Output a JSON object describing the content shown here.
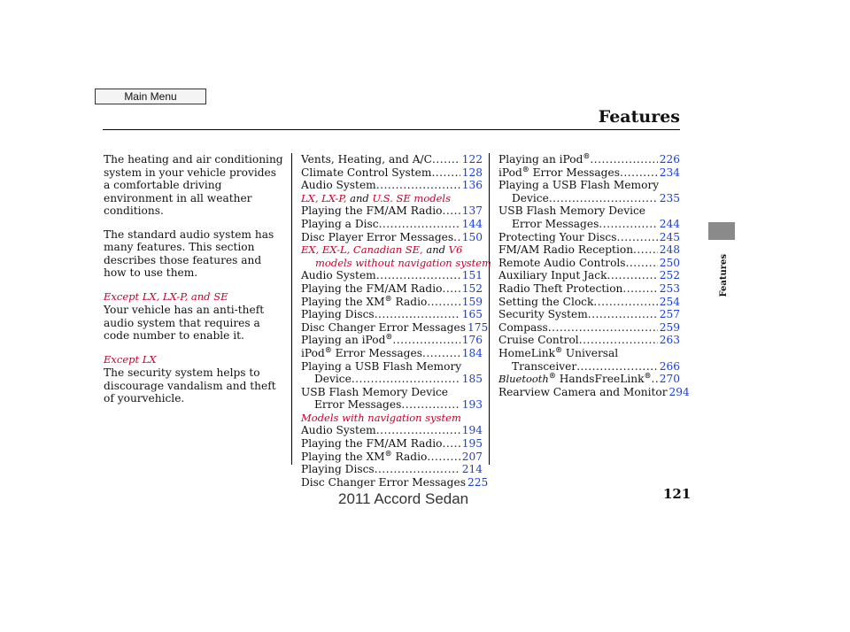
{
  "header": {
    "main_menu": "Main Menu",
    "title": "Features"
  },
  "side_tab": {
    "label": "Features"
  },
  "page_number": "121",
  "footer": "2011 Accord Sedan",
  "intro": {
    "p1": "The heating and air conditioning system in your vehicle provides a comfortable driving environment in all weather conditions.",
    "p2": "The standard audio system has many features. This section describes those features and how to use them.",
    "label3": "Except LX, LX-P, and SE",
    "p3": "Your vehicle has an anti-theft audio system that requires a code number to enable it.",
    "label4": "Except LX",
    "p4": "The security system helps to discourage vandalism and theft of yourvehicle."
  },
  "col1": {
    "r1": {
      "t": "Vents, Heating, and A/C",
      "p": "122"
    },
    "r2": {
      "t": "Climate Control System",
      "p": "128"
    },
    "r3": {
      "t": "Audio System",
      "p": "136"
    },
    "cat1_a": "LX, LX-P,",
    "cat1_and": "and",
    "cat1_b": "U.S. SE models",
    "r4": {
      "t": "Playing the FM/AM Radio",
      "p": "137"
    },
    "r5": {
      "t": "Playing a Disc",
      "p": "144"
    },
    "r6": {
      "t": "Disc Player Error Messages",
      "p": "150"
    },
    "cat2_a": "EX, EX-L, Canadian SE,",
    "cat2_and": "and",
    "cat2_b": "V6",
    "cat2_line2": "models without navigation system",
    "r7": {
      "t": "Audio System",
      "p": "151"
    },
    "r8": {
      "t": "Playing the FM/AM Radio",
      "p": "152"
    },
    "r9": {
      "t": "Playing the XM",
      "t2": "Radio",
      "p": "159"
    },
    "r10": {
      "t": "Playing Discs",
      "p": "165"
    },
    "r11": {
      "t": "Disc Changer Error Messages",
      "p": "175"
    },
    "r12": {
      "t": "Playing an iPod",
      "p": "176"
    },
    "r13": {
      "t": "iPod",
      "t2": "Error Messages",
      "p": "184"
    },
    "r14_l1": "Playing a USB Flash Memory",
    "r14": {
      "t": "Device",
      "p": "185"
    },
    "r15_l1": "USB Flash Memory Device",
    "r15": {
      "t": "Error Messages",
      "p": "193"
    },
    "cat3": "Models with navigation system",
    "r16": {
      "t": "Audio System",
      "p": "194"
    },
    "r17": {
      "t": "Playing the FM/AM Radio",
      "p": "195"
    },
    "r18": {
      "t": "Playing the XM",
      "t2": "Radio",
      "p": "207"
    },
    "r19": {
      "t": "Playing Discs",
      "p": "214"
    },
    "r20": {
      "t": "Disc Changer Error Messages",
      "p": "225"
    }
  },
  "col2": {
    "r1": {
      "t": "Playing an iPod",
      "p": "226"
    },
    "r2": {
      "t": "iPod",
      "t2": "Error Messages",
      "p": "234"
    },
    "r3_l1": "Playing a USB Flash Memory",
    "r3": {
      "t": "Device",
      "p": "235"
    },
    "r4_l1": "USB Flash Memory Device",
    "r4": {
      "t": "Error Messages",
      "p": "244"
    },
    "r5": {
      "t": "Protecting Your Discs",
      "p": "245"
    },
    "r6": {
      "t": "FM/AM Radio Reception",
      "p": "248"
    },
    "r7": {
      "t": "Remote Audio Controls",
      "p": "250"
    },
    "r8": {
      "t": "Auxiliary Input Jack",
      "p": "252"
    },
    "r9": {
      "t": "Radio Theft Protection",
      "p": "253"
    },
    "r10": {
      "t": "Setting the Clock",
      "p": "254"
    },
    "r11": {
      "t": "Security System",
      "p": "257"
    },
    "r12": {
      "t": "Compass",
      "p": "259"
    },
    "r13": {
      "t": "Cruise Control",
      "p": "263"
    },
    "r14_l1a": "HomeLink",
    "r14_l1b": "Universal",
    "r14": {
      "t": "Transceiver",
      "p": "266"
    },
    "r15": {
      "t": "Bluetooth",
      "t2": "HandsFreeLink",
      "p": "270"
    },
    "r16": {
      "t": "Rearview Camera and Monitor",
      "p": "294"
    }
  },
  "colors": {
    "link": "#1a3fd0",
    "category": "#c4002b",
    "tab": "#8a8a8a"
  }
}
